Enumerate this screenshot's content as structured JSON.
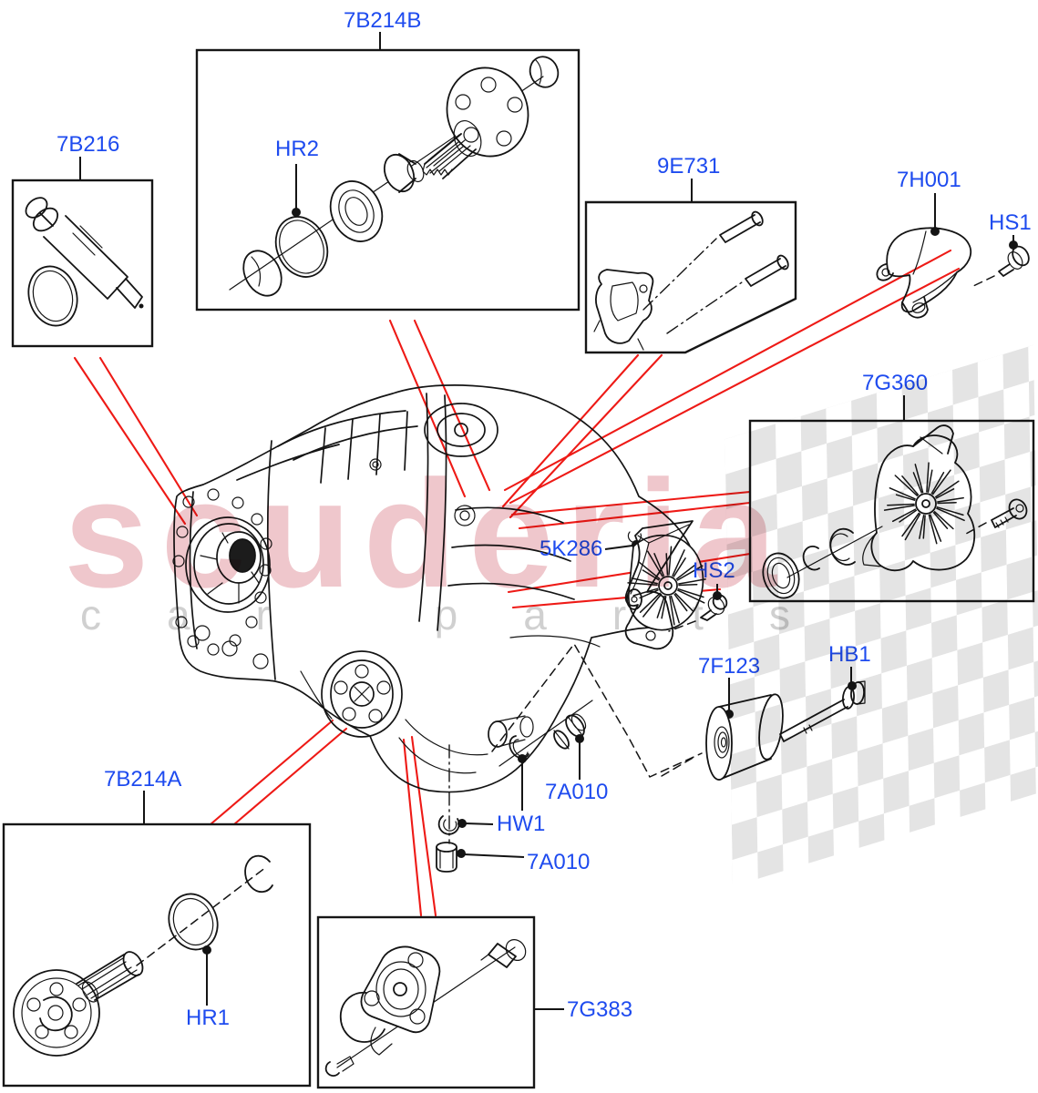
{
  "diagram": {
    "type": "exploded-parts-diagram",
    "callout_labels": [
      "7B214B",
      "7B216",
      "HR2",
      "9E731",
      "7H001",
      "HS1",
      "7G360",
      "5K286",
      "HS2",
      "7F123",
      "HB1",
      "7B214A",
      "HR1",
      "7A010",
      "HW1",
      "7A010",
      "7G383"
    ]
  },
  "labels": {
    "b214b": "7B214B",
    "b216": "7B216",
    "hr2": "HR2",
    "e731": "9E731",
    "h001": "7H001",
    "hs1": "HS1",
    "g360": "7G360",
    "k286": "5K286",
    "hs2": "HS2",
    "f123": "7F123",
    "hb1": "HB1",
    "b214a": "7B214A",
    "hr1": "HR1",
    "a010_top": "7A010",
    "hw1": "HW1",
    "a010_bottom": "7A010",
    "g383": "7G383"
  },
  "watermark": {
    "brand": "scuderia",
    "subtext": "car parts"
  },
  "colors": {
    "label_blue": "#1e4bef",
    "pointer_red": "#ee1a16",
    "line_black": "#141414",
    "watermark_pink": "#d7737f",
    "watermark_gray": "#9c9c9c",
    "checker_gray": "#cdcdcd"
  }
}
